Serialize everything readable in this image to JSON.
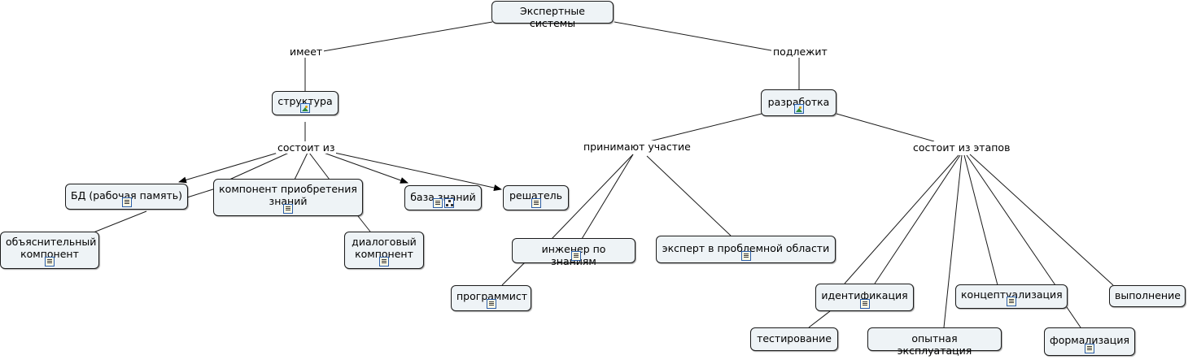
{
  "nodes": {
    "root": "Экспертные системы",
    "structure": "структура",
    "development": "разработка",
    "db": "БД (рабочая память)",
    "knowledge_acq": "компонент приобретения знаний",
    "knowledge_base": "база знаний",
    "solver": "решатель",
    "explanatory": "объяснительный компонент",
    "dialog": "диалоговый компонент",
    "engineer": "инженер по знаниям",
    "programmer": "программист",
    "expert": "эксперт в проблемной области",
    "identification": "идентификация",
    "testing": "тестирование",
    "trial": "опытная эксплуатация",
    "conceptualization": "концептуализация",
    "formalization": "формализация",
    "execution": "выполнение"
  },
  "links": {
    "has": "имеет",
    "subject_to": "подлежит",
    "consists_of": "состоит из",
    "participate": "принимают участие",
    "stages": "состоит из этапов"
  },
  "icons": {
    "document": "document-icon",
    "image": "image-icon",
    "concept_map": "concept-map-icon"
  }
}
